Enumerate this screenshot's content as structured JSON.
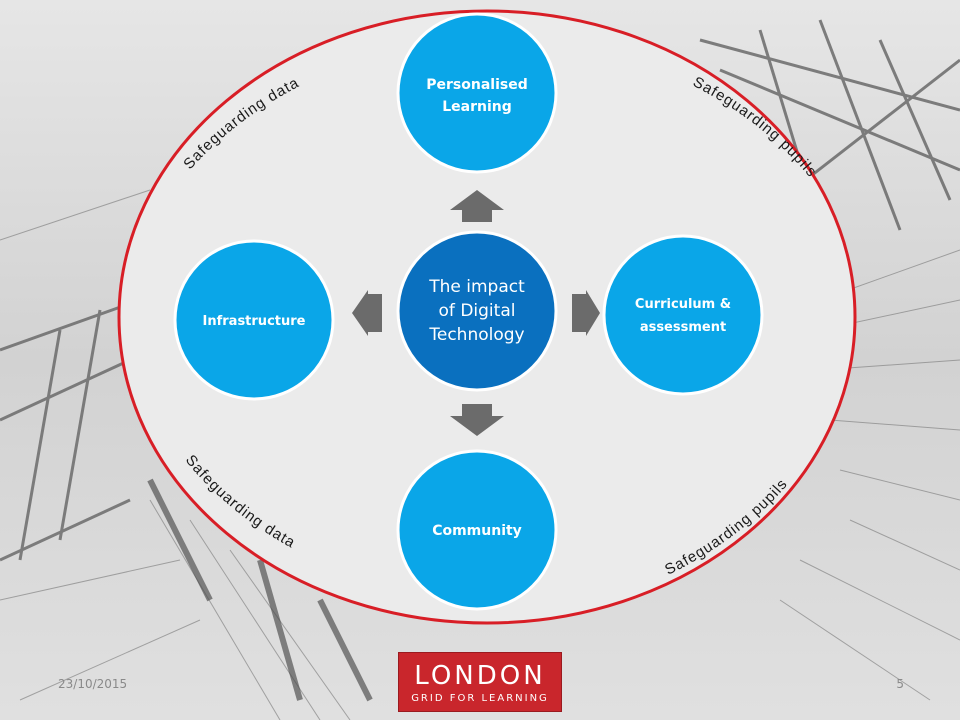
{
  "diagram": {
    "center": {
      "lines": [
        "The impact",
        "of Digital",
        "Technology"
      ]
    },
    "nodes": {
      "top": {
        "lines": [
          "Personalised",
          "Learning"
        ]
      },
      "right": {
        "lines": [
          "Curriculum &",
          "assessment"
        ]
      },
      "bottom": {
        "lines": [
          "Community"
        ]
      },
      "left": {
        "lines": [
          "Infrastructure"
        ]
      }
    },
    "ring_labels": {
      "top_left": "Safeguarding data",
      "top_right": "Safeguarding pupils",
      "bottom_left": "Safeguarding data",
      "bottom_right": "Safeguarding pupils"
    }
  },
  "colors": {
    "center_fill": "#0a70bf",
    "node_fill": "#0aa6e8",
    "ring_fill": "#ebebeb",
    "ring_stroke": "#d81e26",
    "arrow_fill": "#6b6b6b"
  },
  "footer": {
    "date": "23/10/2015",
    "page_number": "5",
    "logo_main": "LONDON",
    "logo_sub": "GRID FOR LEARNING"
  }
}
